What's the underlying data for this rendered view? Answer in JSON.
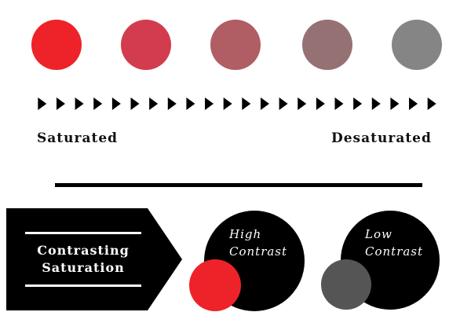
{
  "scale": {
    "colors": [
      "#ee2229",
      "#d23c4e",
      "#b05d64",
      "#967174",
      "#858585"
    ],
    "arrow_count": 22,
    "start_label": "Saturated",
    "end_label": "Desaturated"
  },
  "banner": {
    "line1": "Contrasting",
    "line2": "Saturation",
    "color": "#000000"
  },
  "examples": {
    "high": {
      "line1": "High",
      "line2": "Contrast",
      "accent_color": "#ee2229"
    },
    "low": {
      "line1": "Low",
      "line2": "Contrast",
      "accent_color": "#555555"
    }
  }
}
